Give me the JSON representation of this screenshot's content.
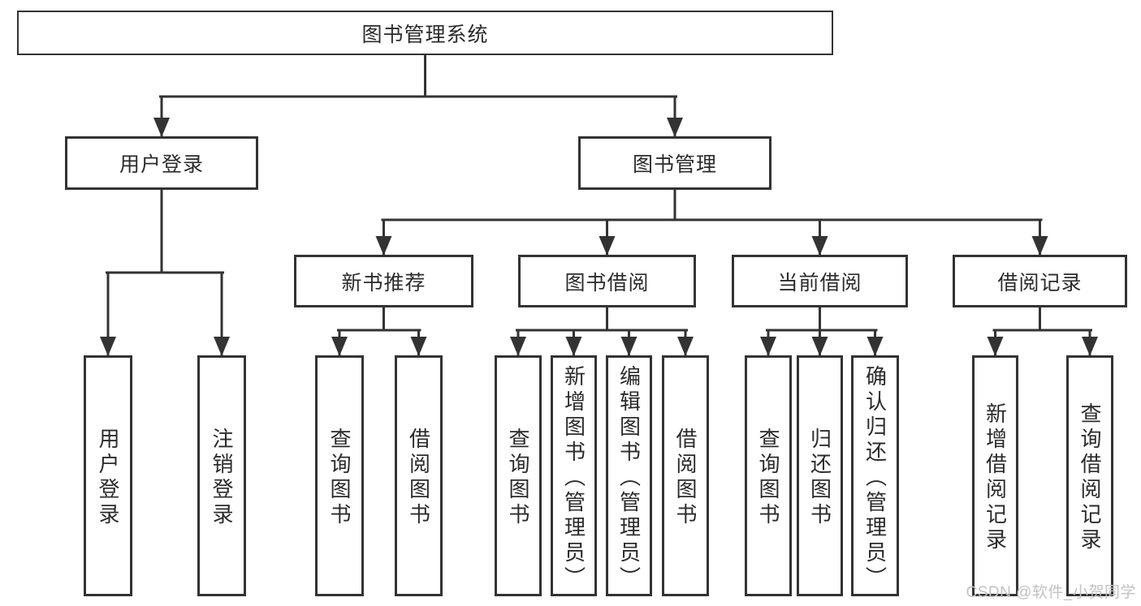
{
  "colors": {
    "line": "#333333",
    "box_border": "#333333",
    "box_fill": "#ffffff",
    "text": "#2b2b2b",
    "watermark": "#c2c2c2"
  },
  "watermark": {
    "text": "CSDN @软件_小贺同学"
  },
  "tree": {
    "label": "图书管理系统",
    "children": [
      {
        "label": "用户登录",
        "children": [
          {
            "label": "用户登录"
          },
          {
            "label": "注销登录"
          }
        ]
      },
      {
        "label": "图书管理",
        "children": [
          {
            "label": "新书推荐",
            "children": [
              {
                "label": "查询图书"
              },
              {
                "label": "借阅图书"
              }
            ]
          },
          {
            "label": "图书借阅",
            "children": [
              {
                "label": "查询图书"
              },
              {
                "label": "新增图书（管理员）"
              },
              {
                "label": "编辑图书（管理员）"
              },
              {
                "label": "借阅图书"
              }
            ]
          },
          {
            "label": "当前借阅",
            "children": [
              {
                "label": "查询图书"
              },
              {
                "label": "归还图书"
              },
              {
                "label": "确认归还（管理员）"
              }
            ]
          },
          {
            "label": "借阅记录",
            "children": [
              {
                "label": "新增借阅记录"
              },
              {
                "label": "查询借阅记录"
              }
            ]
          }
        ]
      }
    ]
  }
}
